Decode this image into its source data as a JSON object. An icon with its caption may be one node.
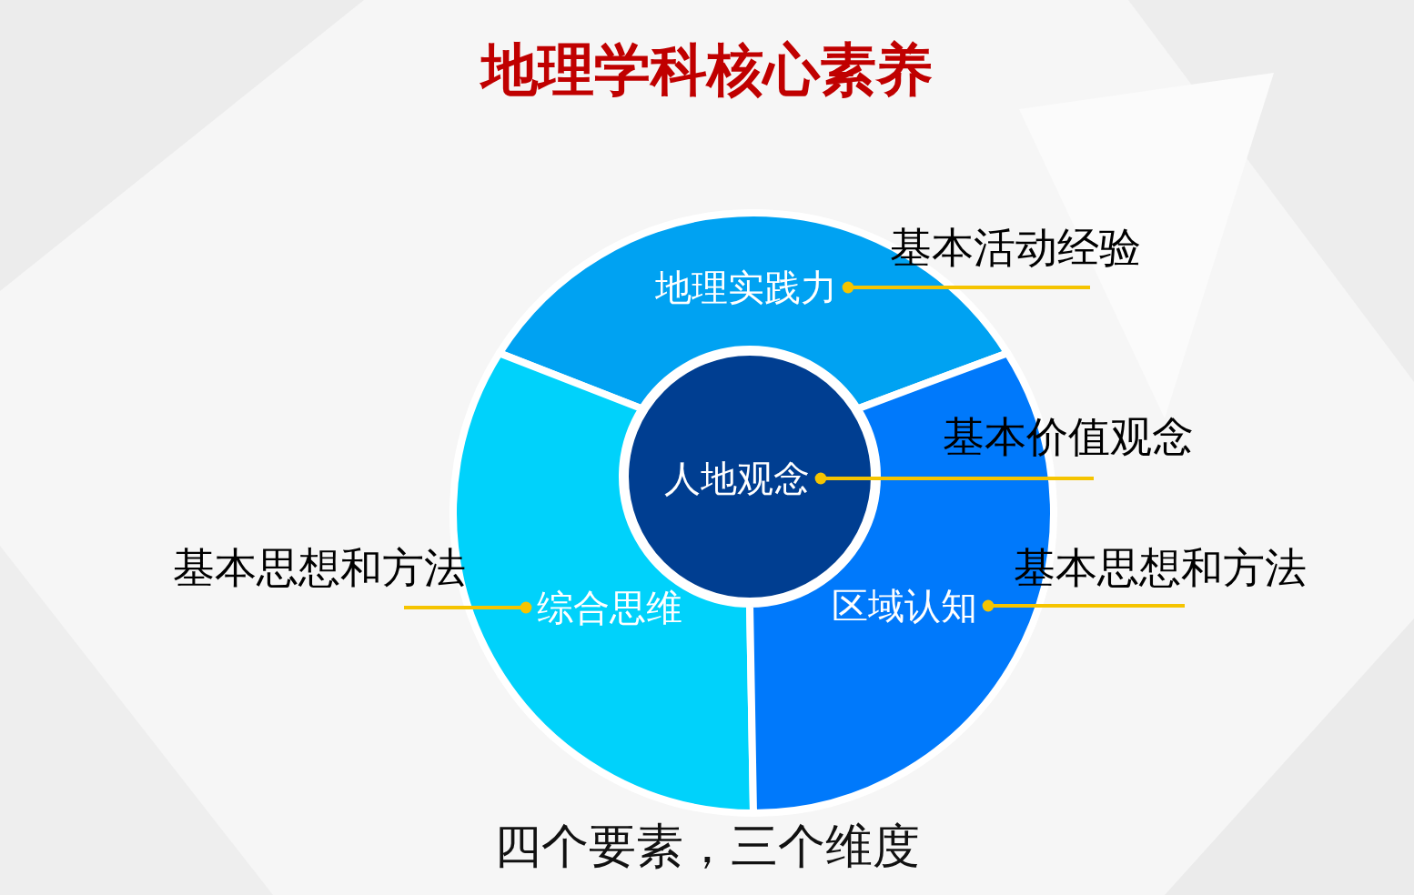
{
  "diagram": {
    "title": "地理学科核心素养",
    "caption": "四个要素，三个维度",
    "nodes": [
      {
        "text": [
          "地理实践力"
        ]
      },
      {
        "text": [
          "综合思维"
        ]
      },
      {
        "text": [
          "区域认知"
        ]
      },
      {
        "text": [
          "人地观念"
        ]
      },
      {
        "text": [
          "基本活动经验"
        ]
      },
      {
        "text": [
          "基本价值观念"
        ]
      },
      {
        "text": [
          "基本思想和方法"
        ]
      },
      {
        "text": [
          "基本思想和方法"
        ]
      }
    ],
    "edges": [
      {
        "from": 4,
        "to": 0,
        "arrow": "other",
        "color": "#f5c400"
      },
      {
        "from": 5,
        "to": 3,
        "arrow": "other",
        "color": "#f5c400"
      },
      {
        "from": 6,
        "to": 1,
        "arrow": "other",
        "color": "#f5c400"
      },
      {
        "from": 7,
        "to": 2,
        "arrow": "other",
        "color": "#f5c400"
      }
    ]
  }
}
